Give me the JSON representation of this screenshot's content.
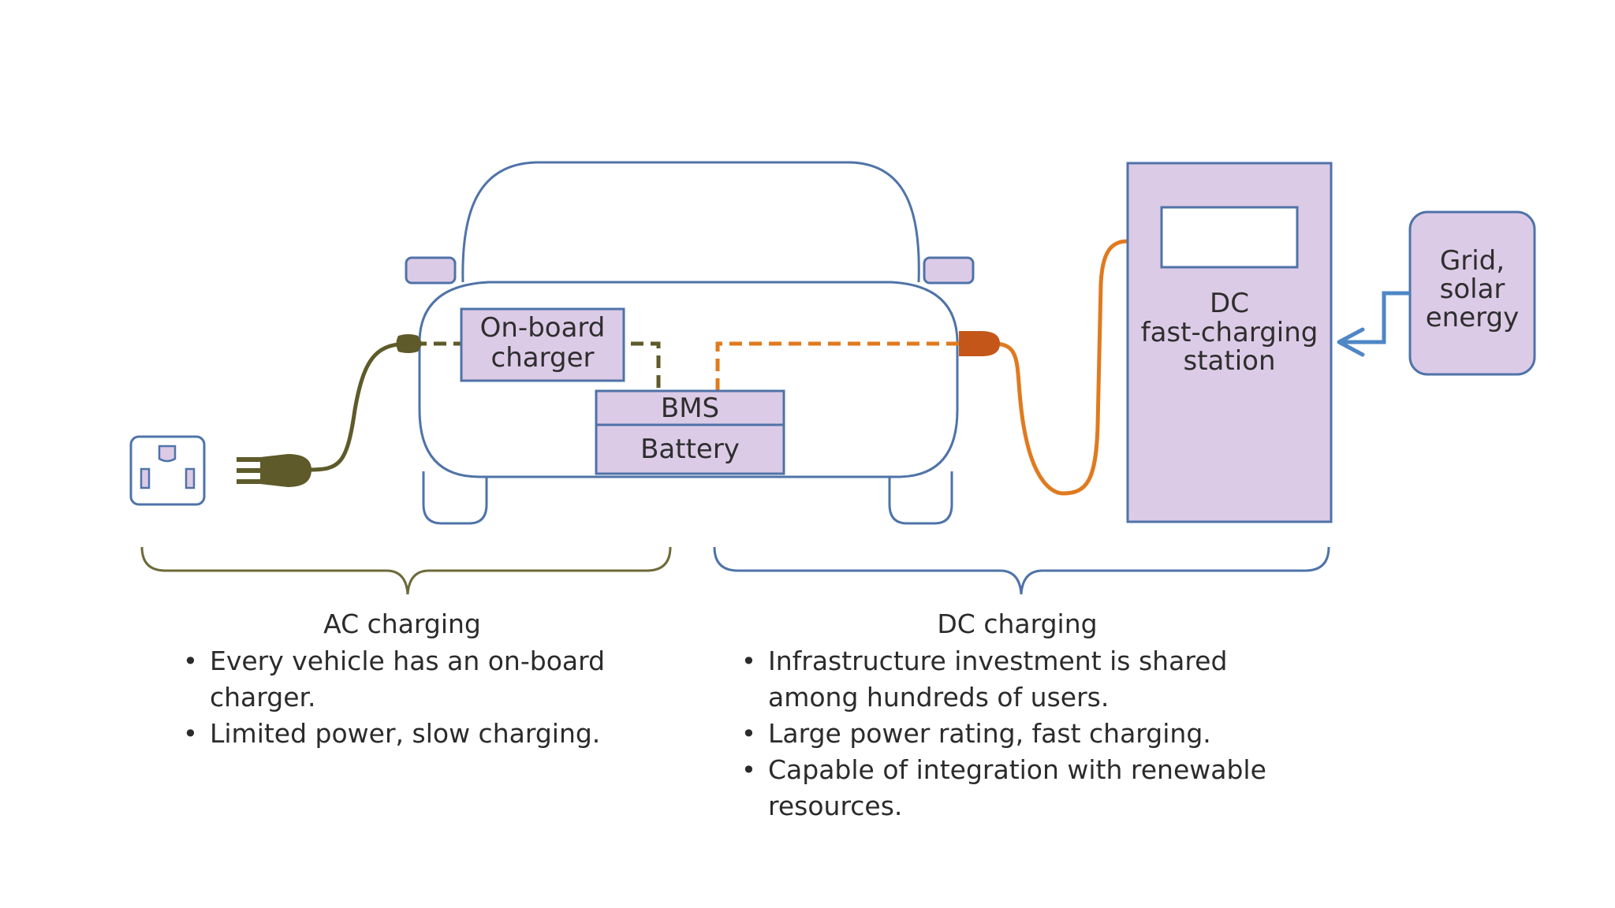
{
  "colors": {
    "car_outline": "#4f73a8",
    "box_fill": "#dccbe6",
    "box_stroke": "#4f73a8",
    "ac_color": "#5e5a2a",
    "dc_color": "#e07a1f",
    "dc_plug": "#c4561a",
    "grid_arrow": "#4f86c6",
    "ac_brace": "#6e6a3a",
    "dc_brace": "#4f73a8"
  },
  "labels": {
    "onboard_charger_line1": "On-board",
    "onboard_charger_line2": "charger",
    "bms": "BMS",
    "battery": "Battery",
    "station_line1": "DC",
    "station_line2": "fast-charging",
    "station_line3": "station",
    "grid_line1": "Grid,",
    "grid_line2": "solar",
    "grid_line3": "energy"
  },
  "ac": {
    "title": "AC charging",
    "bullets": [
      "Every vehicle has an on-board charger.",
      "Limited power, slow charging."
    ]
  },
  "dc": {
    "title": "DC charging",
    "bullets": [
      "Infrastructure investment is shared among hundreds of users.",
      "Large power rating, fast charging.",
      "Capable of integration with renewable resources."
    ]
  },
  "icons": {
    "outlet": "wall-outlet-icon",
    "ac_plug": "ac-plug-icon",
    "dc_plug": "dc-plug-icon",
    "arrow": "arrow-left-icon"
  }
}
